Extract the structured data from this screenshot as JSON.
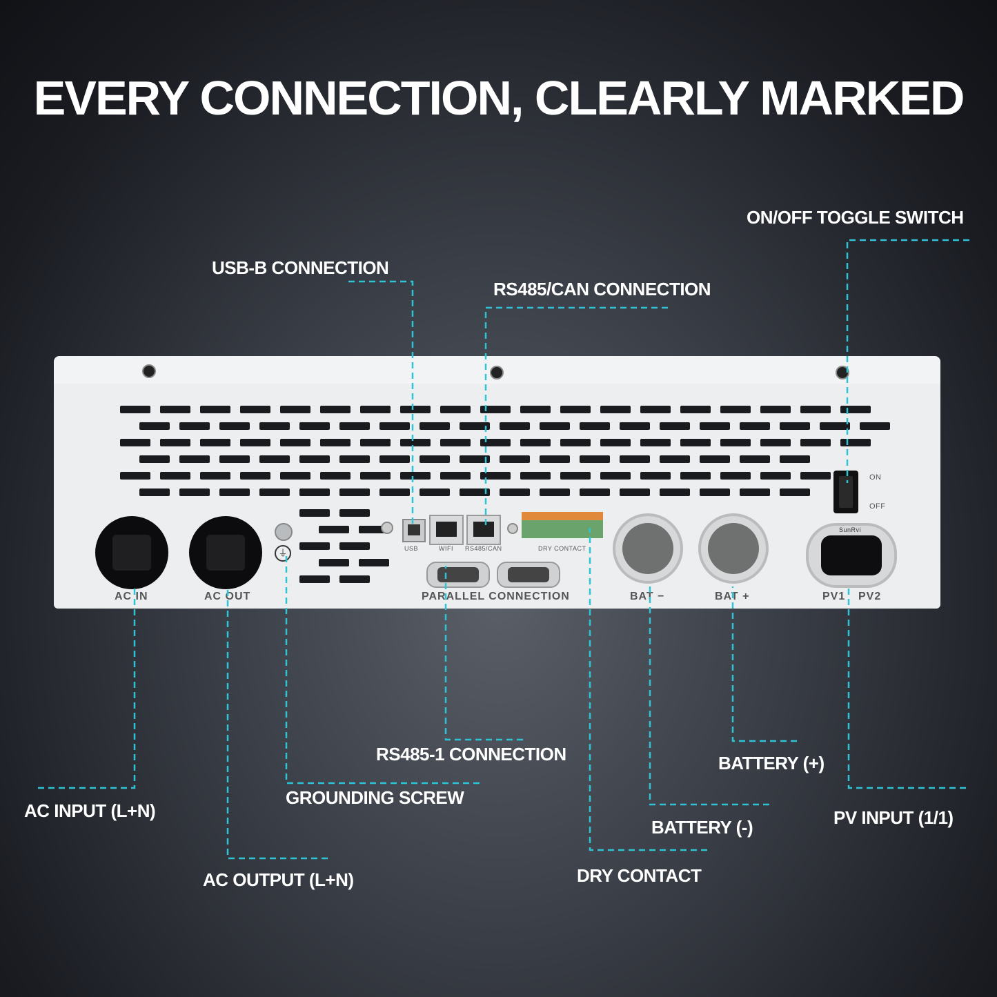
{
  "title": "EVERY CONNECTION, CLEARLY MARKED",
  "accent_color": "#2ec4d6",
  "callouts": {
    "on_off": "ON/OFF TOGGLE SWITCH",
    "usb": "USB-B CONNECTION",
    "rs485_can": "RS485/CAN CONNECTION",
    "rs485_1": "RS485-1 CONNECTION",
    "battery_pos": "BATTERY (+)",
    "ac_input": "AC INPUT (L+N)",
    "grounding": "GROUNDING SCREW",
    "pv_input": "PV INPUT (1/1)",
    "battery_neg": "BATTERY (-)",
    "ac_output": "AC OUTPUT (L+N)",
    "dry_contact": "DRY CONTACT"
  },
  "device_labels": {
    "ac_in": "AC IN",
    "ac_out": "AC OUT",
    "usb": "USB",
    "wifi": "WIFI",
    "rs485can": "RS485/CAN",
    "dry_contact": "DRY CONTACT",
    "parallel": "PARALLEL CONNECTION",
    "bat_neg": "BAT −",
    "bat_pos": "BAT +",
    "pv1": "PV1",
    "pv2": "PV2",
    "on": "ON",
    "off": "OFF",
    "brand": "SunRvi"
  }
}
